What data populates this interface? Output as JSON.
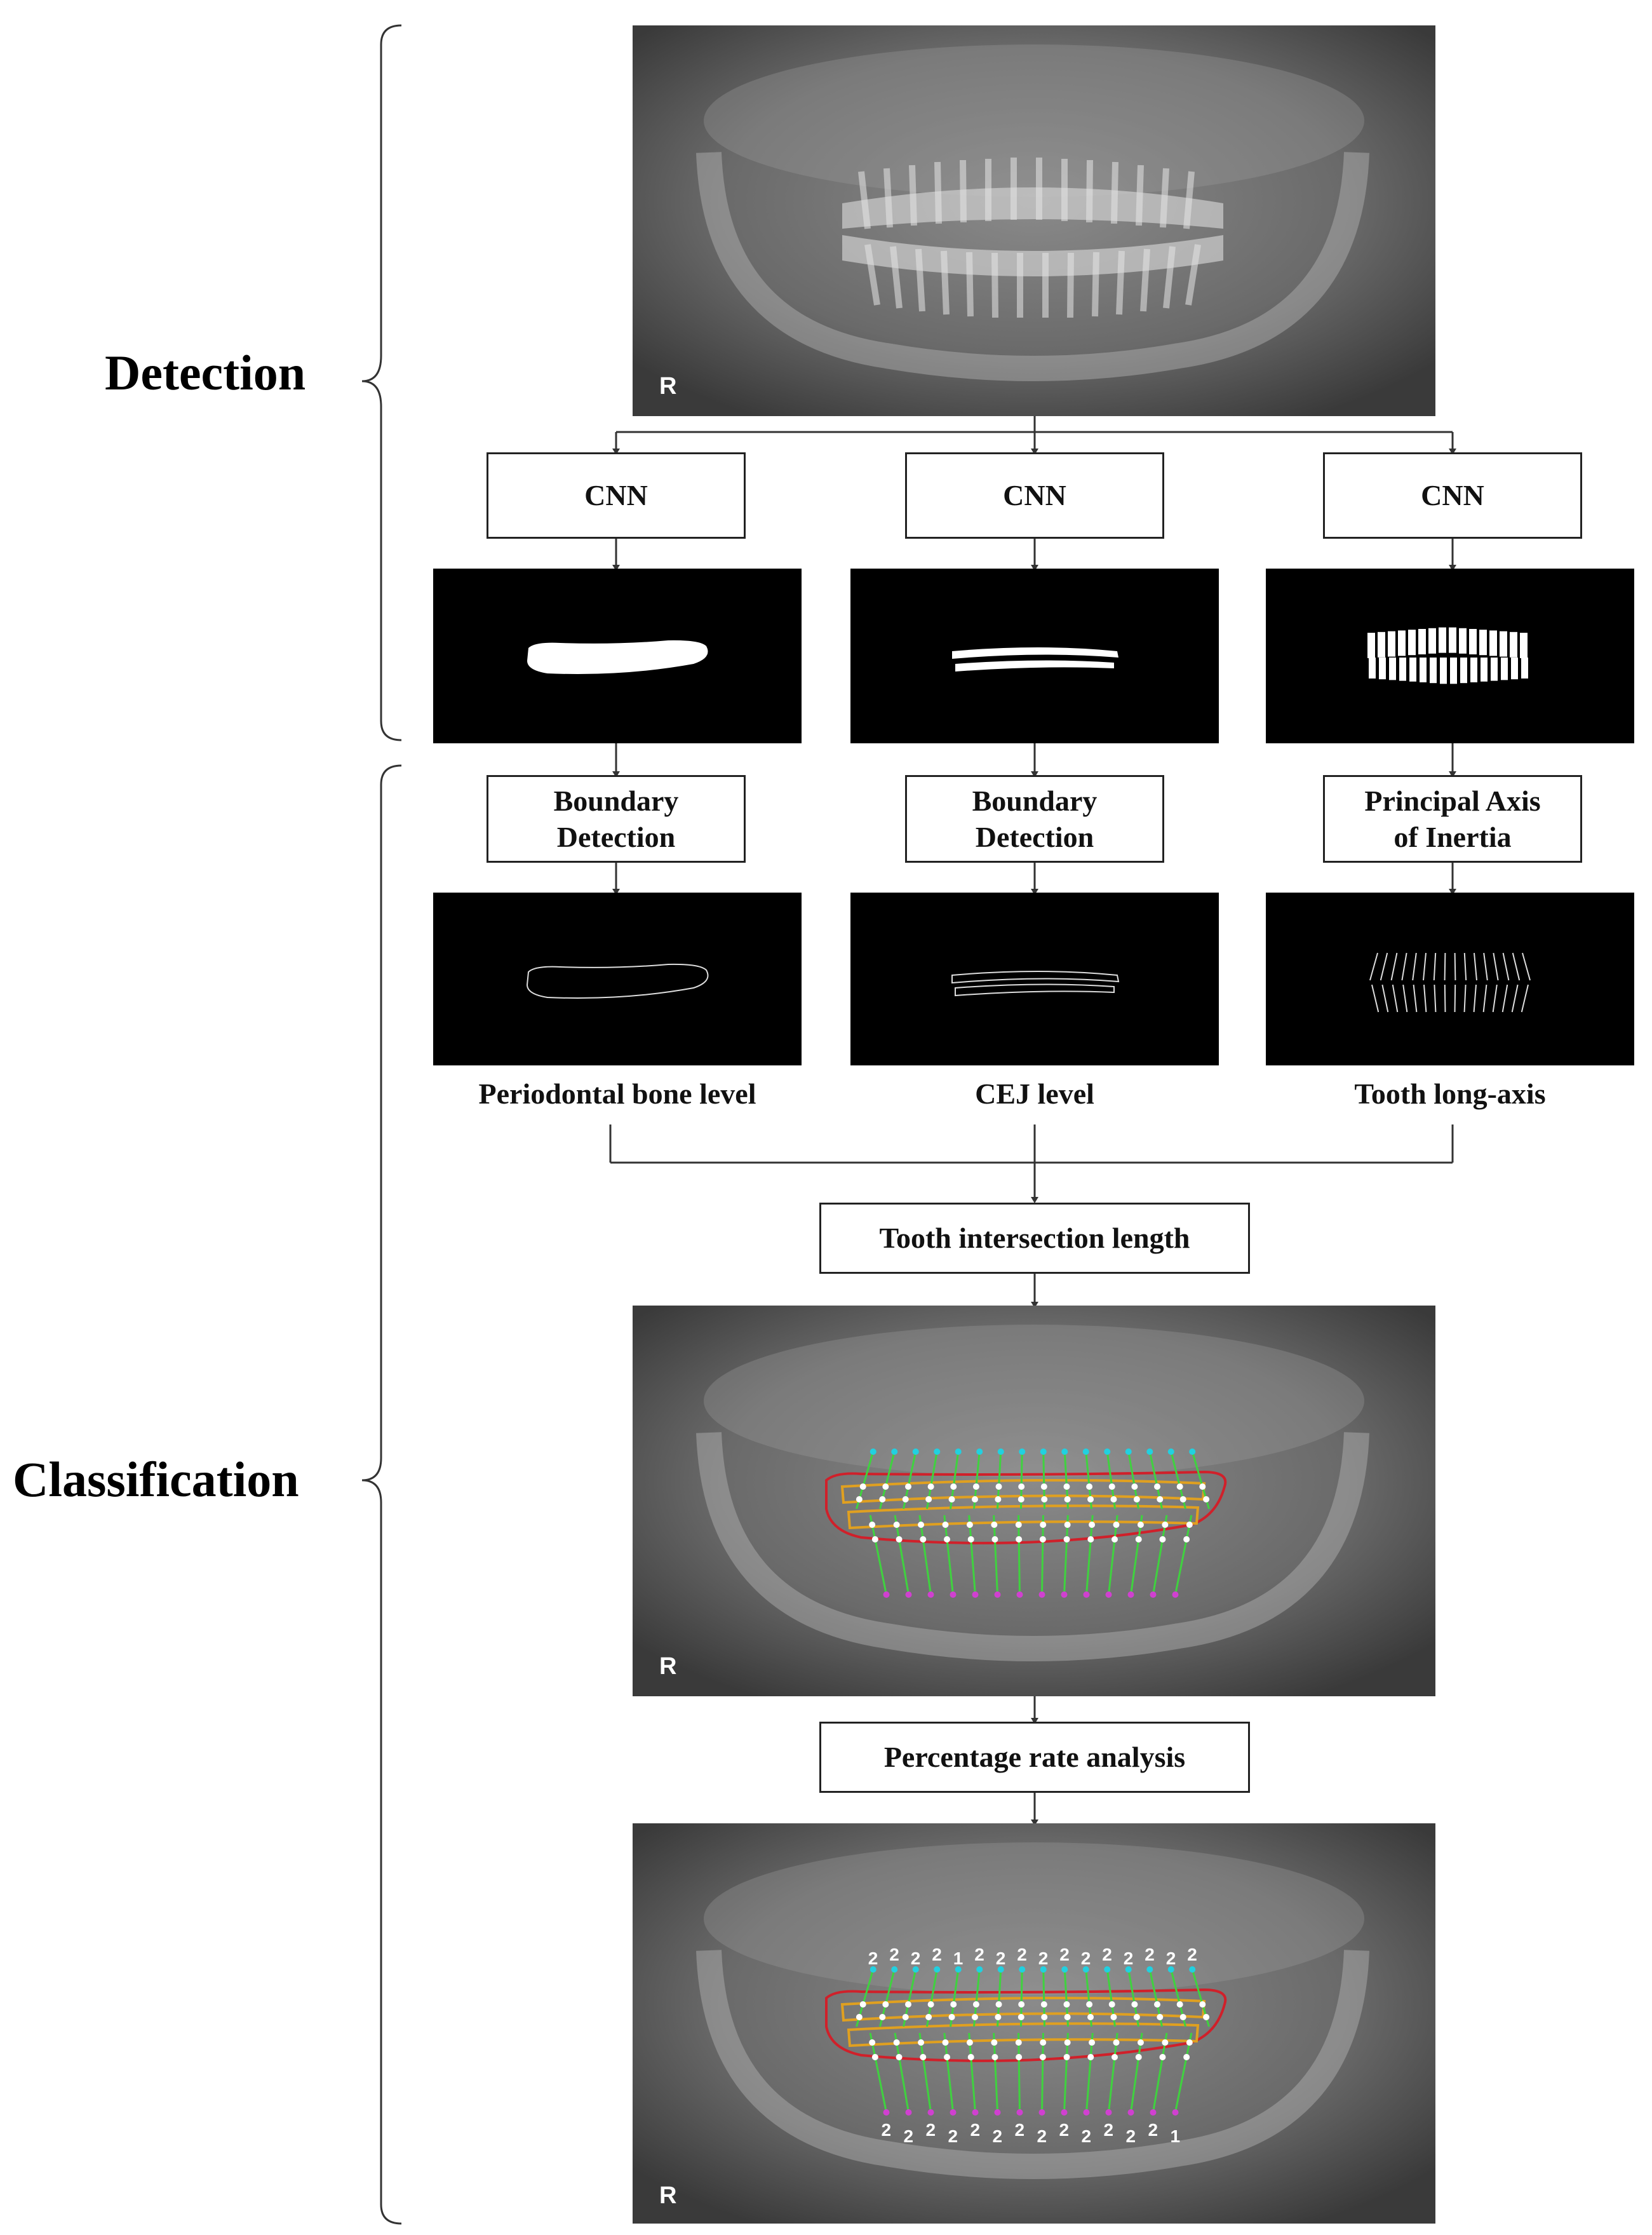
{
  "labels": {
    "detection": "Detection",
    "classification": "Classification"
  },
  "cnn_boxes": [
    "CNN",
    "CNN",
    "CNN"
  ],
  "process_boxes": [
    {
      "line1": "Boundary",
      "line2": "Detection"
    },
    {
      "line1": "Boundary",
      "line2": "Detection"
    },
    {
      "line1": "Principal Axis",
      "line2": "of Inertia"
    }
  ],
  "captions": [
    "Periodontal bone level",
    "CEJ level",
    "Tooth long-axis"
  ],
  "steps": {
    "intersection": "Tooth intersection length",
    "percentage": "Percentage rate analysis"
  },
  "xray_marker": "R",
  "stage_numbers": {
    "upper": [
      "2",
      "2",
      "2",
      "2",
      "1",
      "2",
      "2",
      "2",
      "2",
      "2",
      "2",
      "2",
      "2",
      "2",
      "2",
      "2"
    ],
    "lower": [
      "2",
      "2",
      "2",
      "2",
      "2",
      "2",
      "2",
      "2",
      "2",
      "2",
      "2",
      "2",
      "2",
      "1"
    ]
  },
  "colors": {
    "bone_outline": "#d0202a",
    "cej_outline": "#e0a020",
    "axis": "#3fd23f",
    "crown_point": "#22d0e0",
    "root_point": "#d040d0",
    "intersection_point": "#ffffff"
  }
}
